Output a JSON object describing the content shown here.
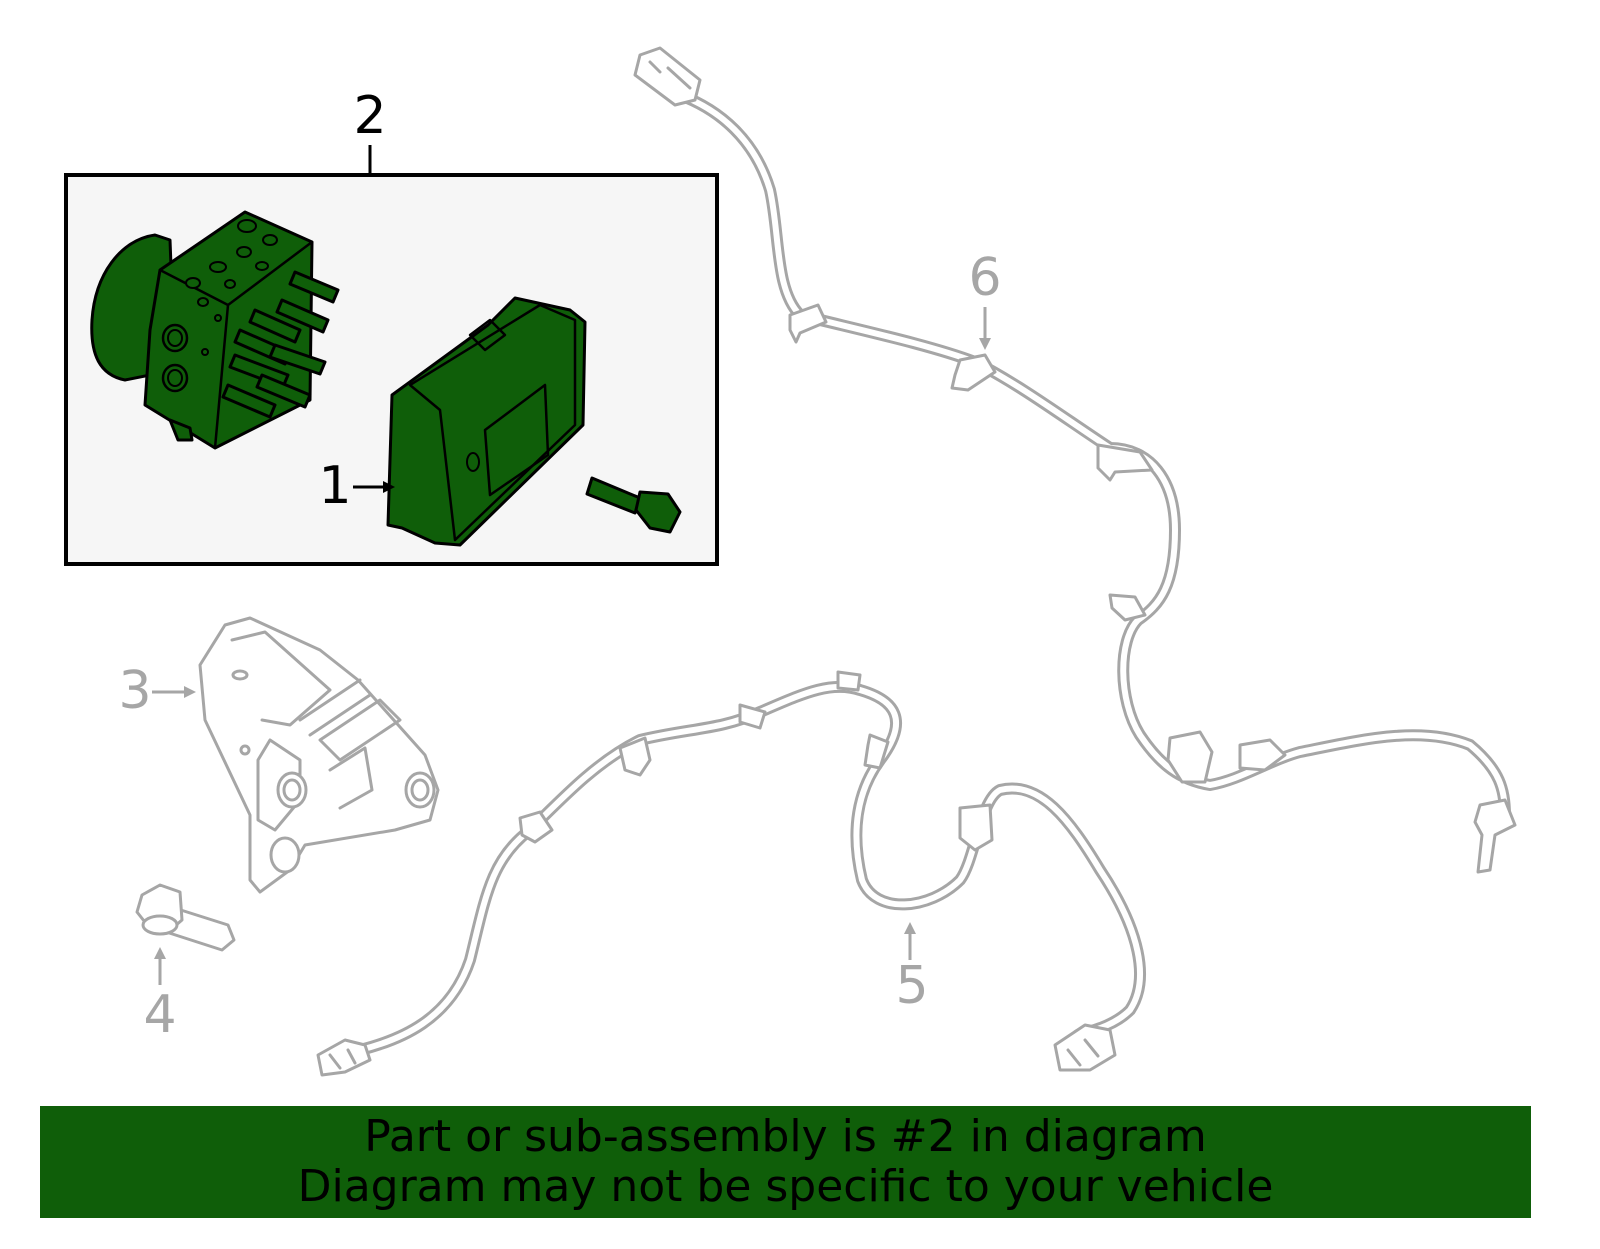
{
  "colors": {
    "highlight": "#0f5e09",
    "outline_grey": "#a6a6a6",
    "box_background": "#f6f6f6",
    "text_dark": "#000000"
  },
  "callouts": {
    "c1": "1",
    "c2": "2",
    "c3": "3",
    "c4": "4",
    "c5": "5",
    "c6": "6"
  },
  "highlighted_callout": "2",
  "banner": {
    "line1": "Part or sub-assembly is #2 in diagram",
    "line2": "Diagram may not be specific to your vehicle"
  }
}
